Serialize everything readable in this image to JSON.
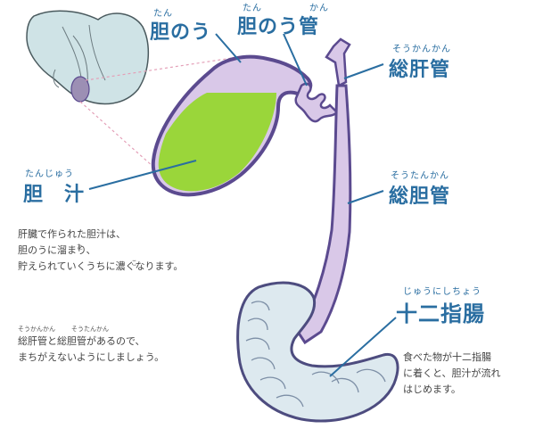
{
  "labels": {
    "gallbladder": {
      "text": "胆のう",
      "ruby": "たん"
    },
    "cystic_duct": {
      "text": "胆のう管",
      "ruby_1": "たん",
      "ruby_2": "かん"
    },
    "common_hepatic_duct": {
      "text": "総肝管",
      "ruby": "そうかんかん"
    },
    "bile": {
      "text": "胆　汁",
      "ruby": "たんじゅう"
    },
    "common_bile_duct": {
      "text": "総胆管",
      "ruby": "そうたんかん"
    },
    "duodenum": {
      "text": "十二指腸",
      "ruby": "じゅうにしちょう"
    }
  },
  "notes": {
    "bile_note": {
      "line1": "肝臓で作られた胆汁は、",
      "line2": "胆のうに溜まり、",
      "line3": "貯えられていくうちに濃くなります。",
      "ruby_tama": "た",
      "ruby_ko": "こ"
    },
    "duct_note": {
      "line1": "総肝管と総胆管があるので、",
      "line2": "まちがえないようにしましょう。",
      "ruby_1": "そうかんかん",
      "ruby_2": "そうたんかん"
    },
    "duodenum_note": {
      "line1": "食べた物が十二指腸",
      "line2": "に着くと、胆汁が流れ",
      "line3": "はじめます。"
    }
  },
  "colors": {
    "label_blue": "#2a6ea1",
    "gallbladder_fill": "#d9c8e8",
    "bile_green": "#9ad63a",
    "duct_outline": "#5b4a8f",
    "duodenum_fill": "#dde9ef",
    "liver_fill": "#cfe3e6"
  }
}
